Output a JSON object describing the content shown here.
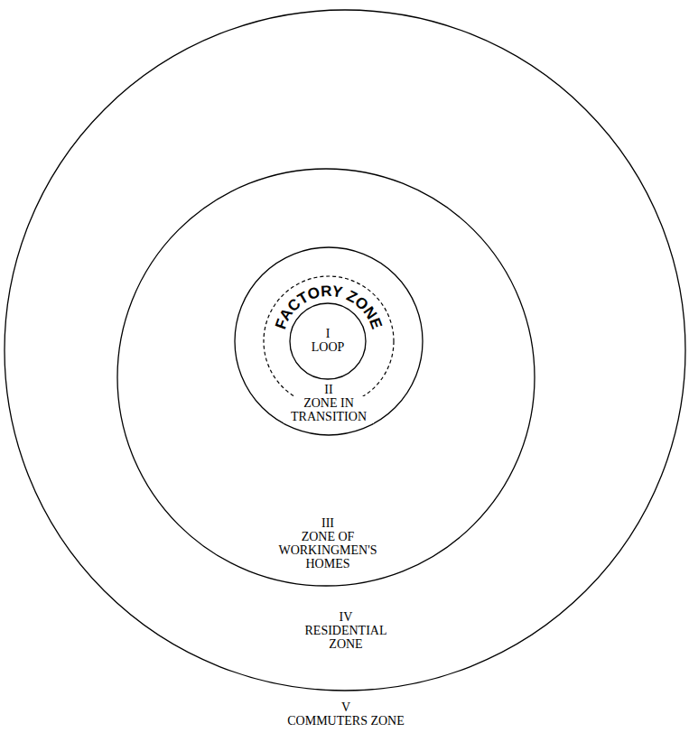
{
  "diagram": {
    "nodes": [
      {
        "text": [
          "V",
          "COMMUTERS ZONE"
        ]
      },
      {
        "text": [
          "IV",
          "RESIDENTIAL ZONE"
        ],
        "in": 0
      },
      {
        "text": [
          "III",
          "ZONE OF WORKINGMEN'S HOMES"
        ],
        "in": 1
      },
      {
        "text": [
          "II",
          "ZONE IN TRANSITION"
        ],
        "in": 2
      },
      {
        "text": [
          "I",
          "LOOP"
        ],
        "in": 3
      }
    ],
    "labels": [
      "FACTORY ZONE"
    ]
  }
}
